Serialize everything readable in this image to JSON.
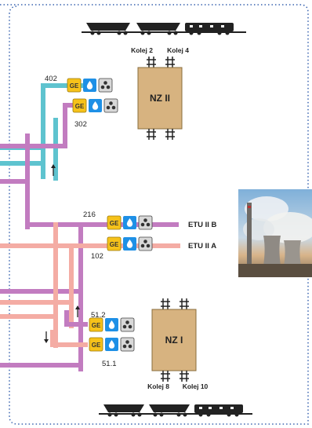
{
  "colors": {
    "teal": "#5ec3cf",
    "purple": "#c27cc0",
    "salmon": "#f4aca4",
    "tan": "#d7b380",
    "ge_yellow": "#f6c21a",
    "water_blue": "#1e90e6",
    "coal_gray": "#d8d8d8",
    "frame_blue": "#3a64b0"
  },
  "icons": [
    "train-top-icon",
    "train-bottom-icon",
    "ge-icon",
    "water-drop-icon",
    "coal-icon",
    "arrow-up-icon",
    "arrow-down-icon",
    "power-plant-photo"
  ],
  "labels": {
    "kolej2": "Kolej 2",
    "kolej4": "Kolej 4",
    "kolej8": "Kolej 8",
    "kolej10": "Kolej 10",
    "nz2": "NZ II",
    "nz1": "NZ I",
    "line402": "402",
    "line302": "302",
    "line216": "216",
    "line102": "102",
    "line512": "51.2",
    "line511": "51.1",
    "etu2b": "ETU II B",
    "etu2a": "ETU II A",
    "ge": "GE"
  }
}
